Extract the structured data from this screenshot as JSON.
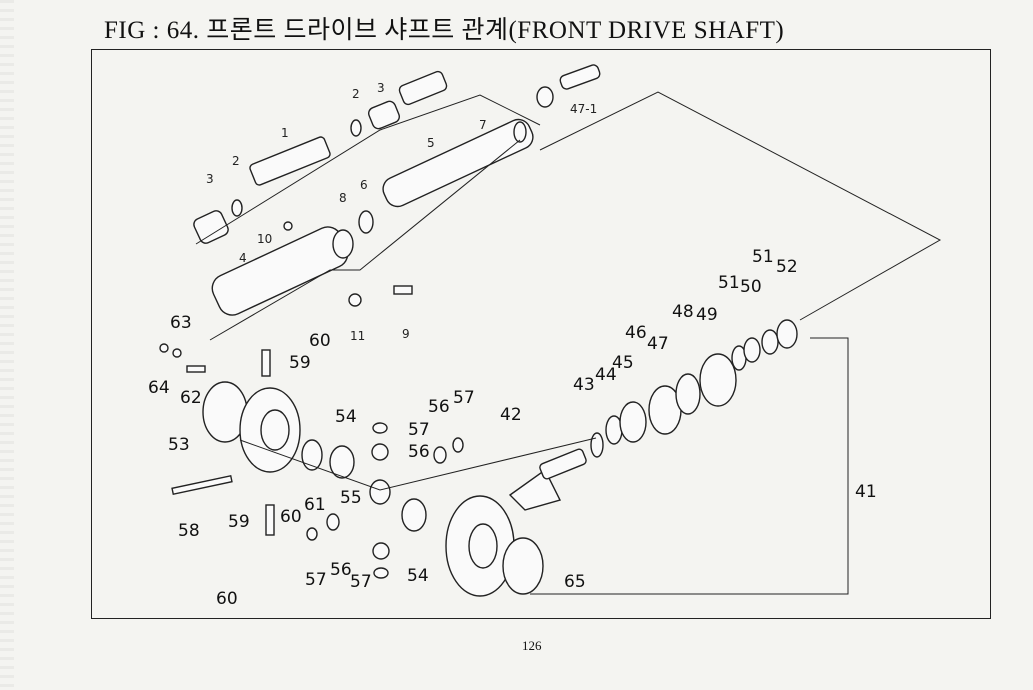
{
  "header": {
    "title": "FIG : 64. 프론트 드라이브 샤프트 관계(FRONT DRIVE SHAFT)"
  },
  "footer": {
    "page_number": "126"
  },
  "callouts": [
    "1",
    "2",
    "3",
    "2",
    "3",
    "4",
    "5",
    "6",
    "7",
    "8",
    "9",
    "10",
    "11",
    "41",
    "42",
    "43",
    "44",
    "45",
    "46",
    "47",
    "48",
    "49",
    "50",
    "51",
    "51",
    "52",
    "53",
    "54",
    "54",
    "55",
    "56",
    "56",
    "56",
    "57",
    "57",
    "57",
    "57",
    "58",
    "59",
    "59",
    "60",
    "60",
    "60",
    "61",
    "62",
    "63",
    "64",
    "65",
    "47-1"
  ]
}
